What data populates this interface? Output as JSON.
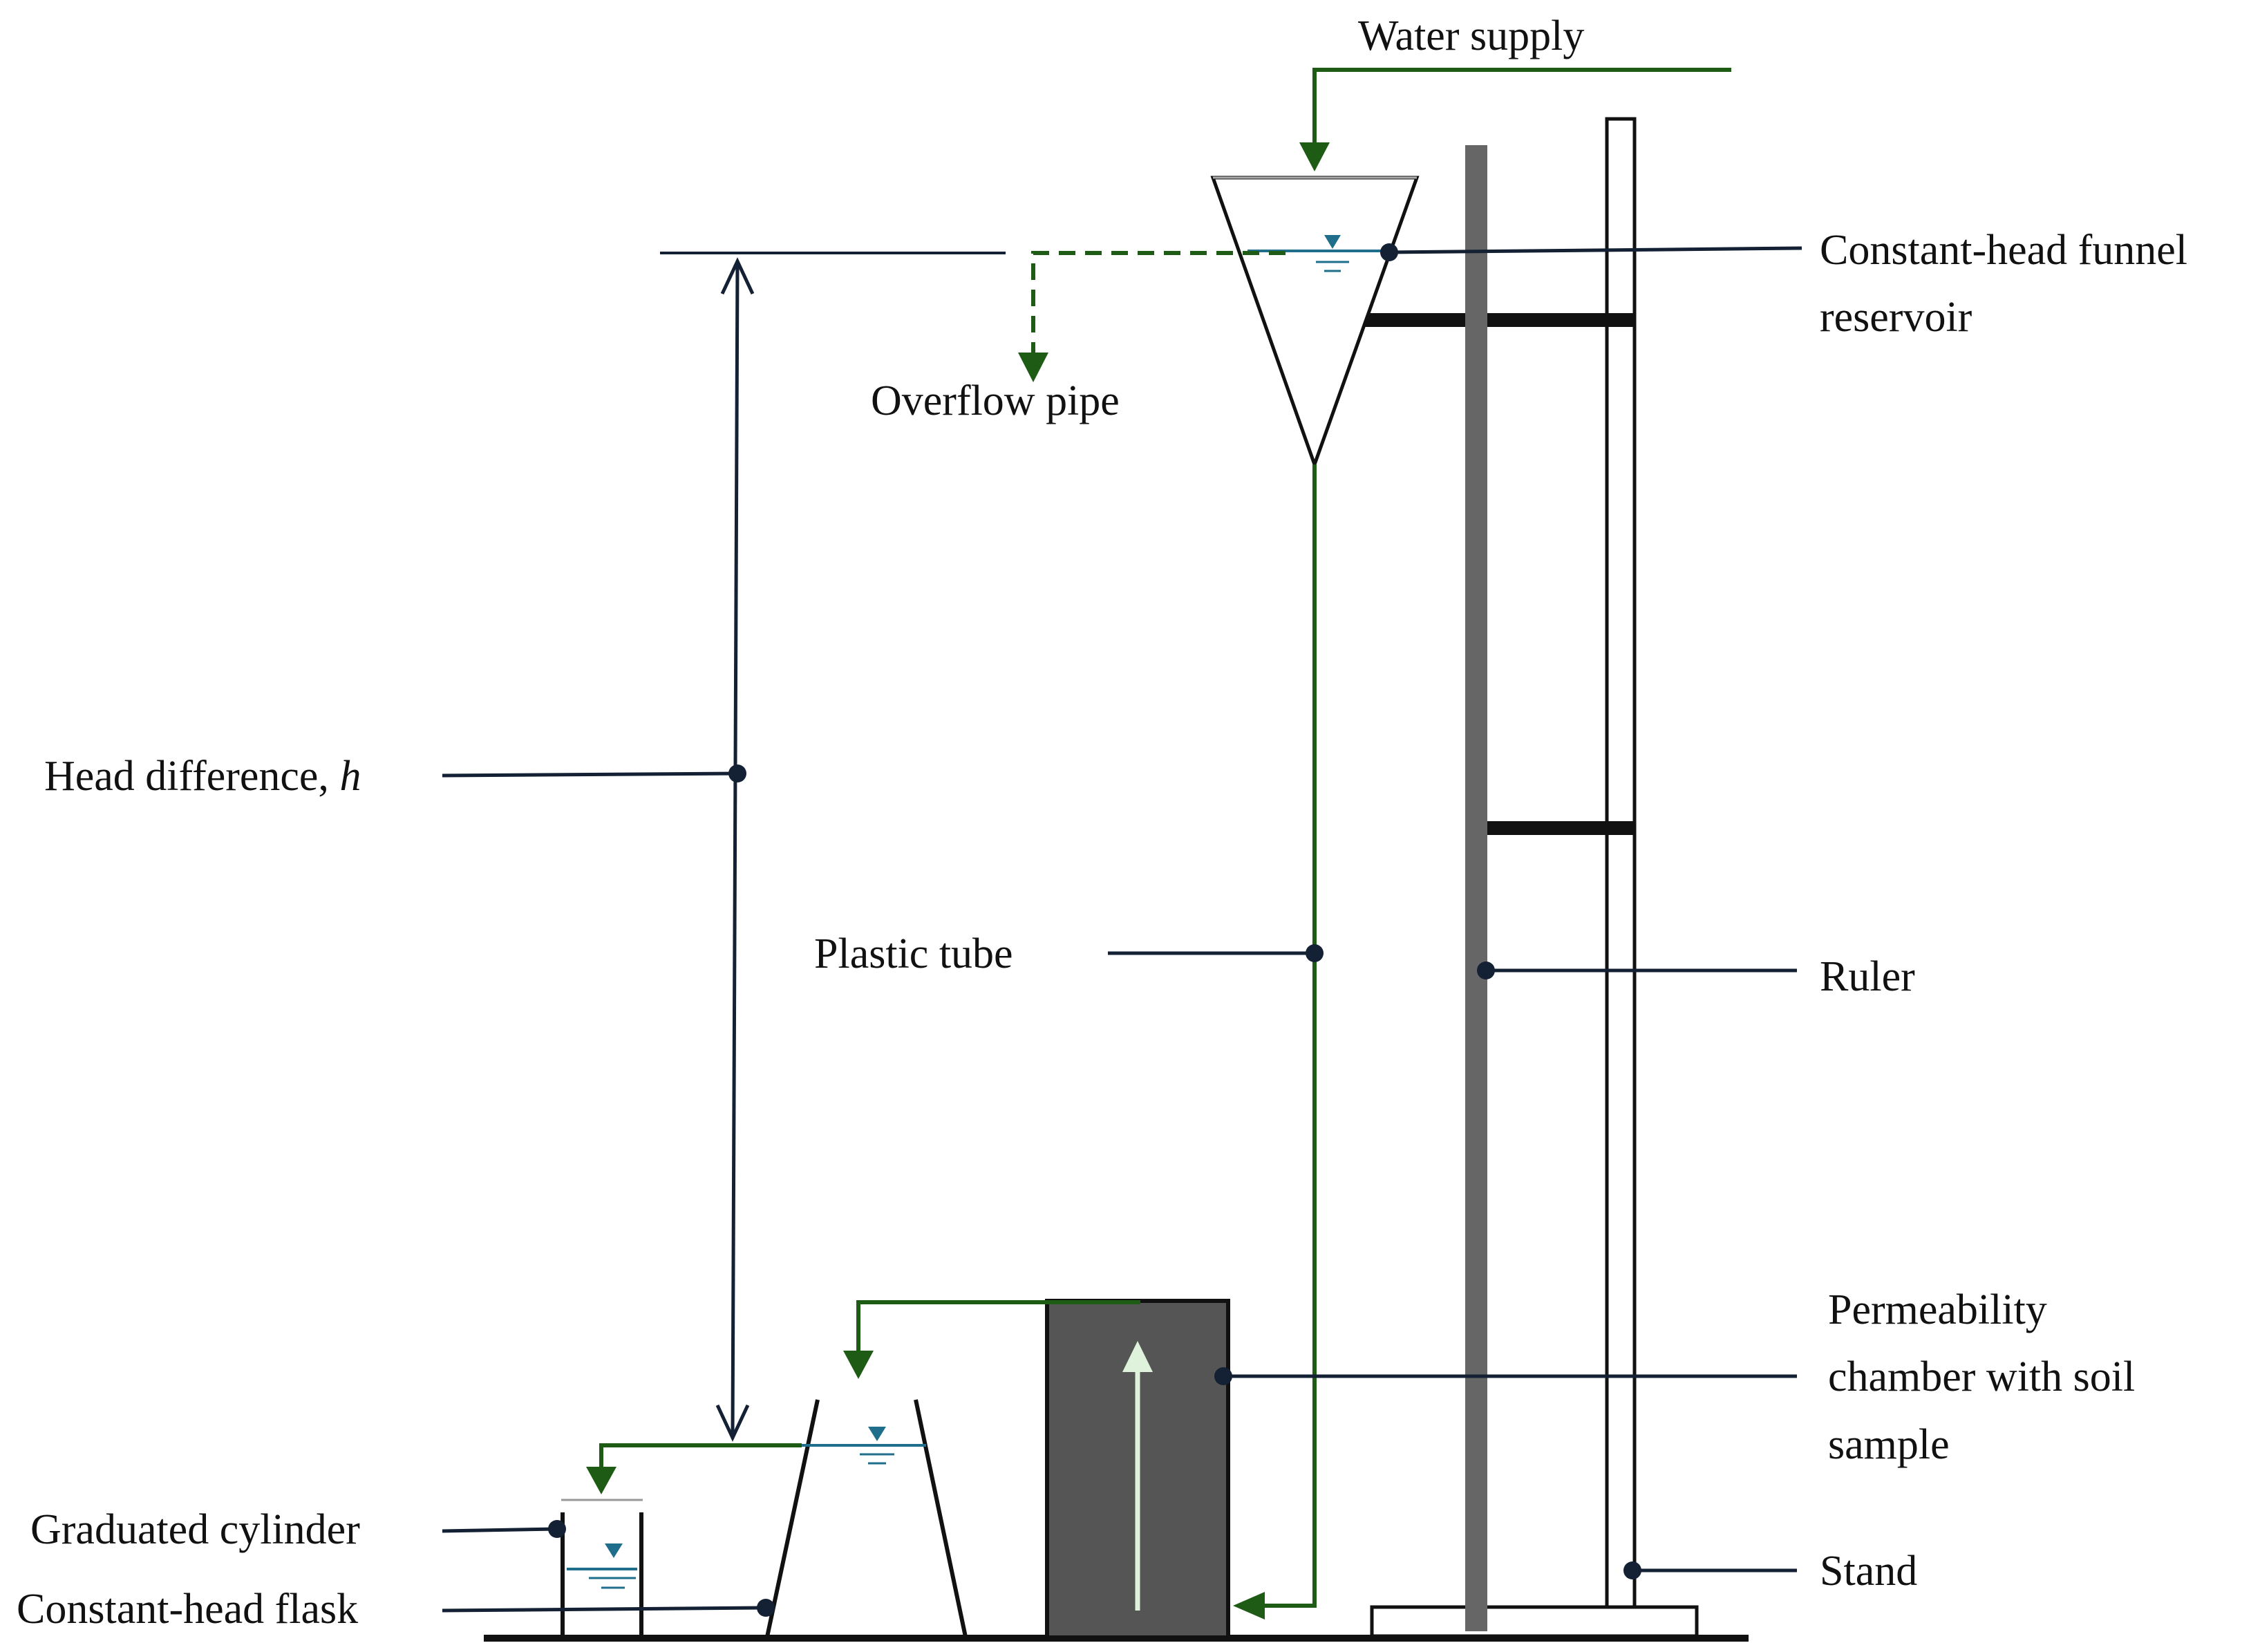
{
  "labels": {
    "water_supply": "Water supply",
    "funnel_line1": "Constant-head funnel",
    "funnel_line2": "reservoir",
    "overflow_pipe": "Overflow pipe",
    "head_difference": "Head difference, ",
    "head_symbol": "h",
    "plastic_tube": "Plastic tube",
    "ruler": "Ruler",
    "chamber_line1": "Permeability",
    "chamber_line2": "chamber with soil",
    "chamber_line3": "sample",
    "stand": "Stand",
    "graduated_cylinder": "Graduated cylinder",
    "constant_head_flask": "Constant-head flask"
  },
  "colors": {
    "flow_pipe": "#1e5c16",
    "chamber_fill": "#555555",
    "ruler": "#666666",
    "water_line": "#1f6e8c",
    "flow_arrow": "#dff3dc",
    "leader": "#142033"
  },
  "icons": {
    "water_level": "water-level-triangle-icon",
    "arrowhead": "arrowhead-icon",
    "leader_dot": "leader-dot-icon"
  }
}
